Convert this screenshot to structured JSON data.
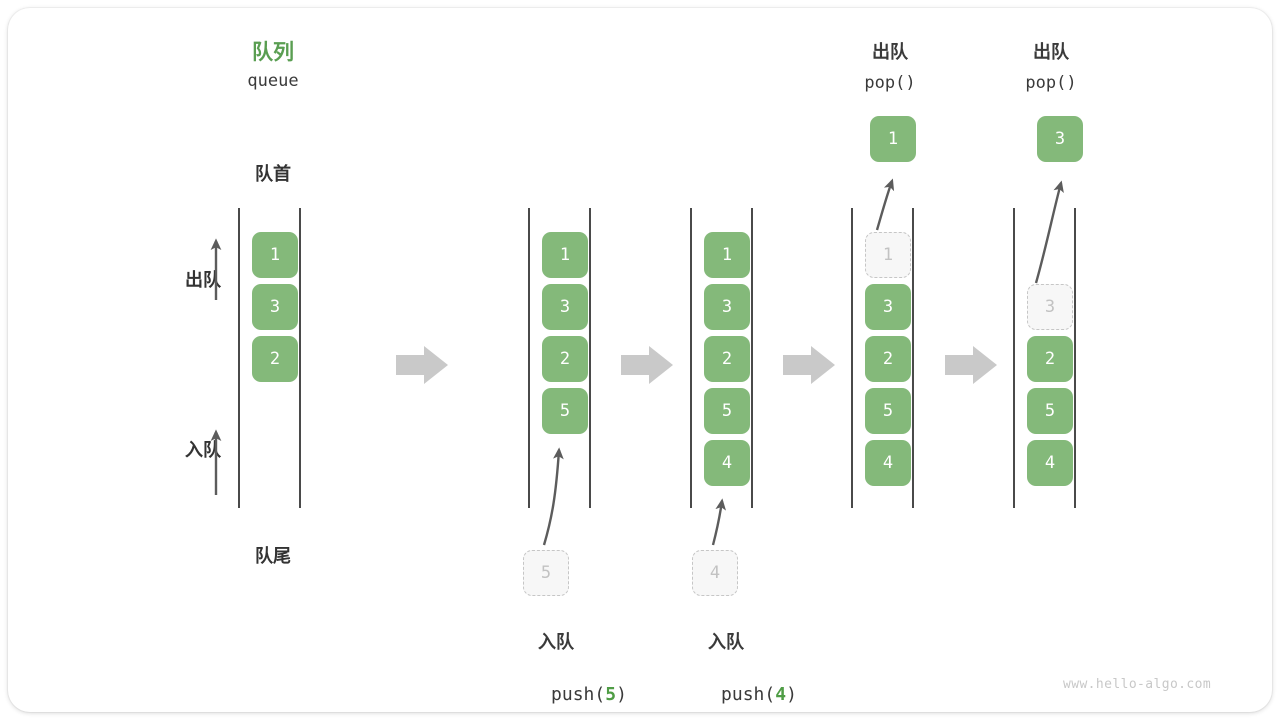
{
  "diagram": {
    "title_cn": "队列",
    "title_en": "queue",
    "front_label": "队首",
    "rear_label": "队尾",
    "dequeue_label": "出队",
    "enqueue_label": "入队",
    "watermark": "www.hello-algo.com",
    "accent_color": "#5a9e52",
    "cell_color": "#84b97a",
    "ghost_color": "#c2c2c2",
    "arrow_color": "#c9c9c9"
  },
  "steps": [
    {
      "id": "initial",
      "header_cn": "",
      "header_code": "",
      "cells": [
        "1",
        "3",
        "2"
      ],
      "ghost_index": -1,
      "op_cn": "",
      "op_code_prefix": "",
      "op_code_arg": "",
      "op_code_suffix": "",
      "floating_value": "",
      "pending_value": ""
    },
    {
      "id": "push-5",
      "header_cn": "",
      "header_code": "",
      "cells": [
        "1",
        "3",
        "2",
        "5"
      ],
      "ghost_index": -1,
      "op_cn": "入队",
      "op_code_prefix": "push(",
      "op_code_arg": "5",
      "op_code_suffix": ")",
      "floating_value": "",
      "pending_value": "5"
    },
    {
      "id": "push-4",
      "header_cn": "",
      "header_code": "",
      "cells": [
        "1",
        "3",
        "2",
        "5",
        "4"
      ],
      "ghost_index": -1,
      "op_cn": "入队",
      "op_code_prefix": "push(",
      "op_code_arg": "4",
      "op_code_suffix": ")",
      "floating_value": "",
      "pending_value": "4"
    },
    {
      "id": "pop-1",
      "header_cn": "出队",
      "header_code": "pop()",
      "cells": [
        "1",
        "3",
        "2",
        "5",
        "4"
      ],
      "ghost_index": 0,
      "op_cn": "",
      "op_code_prefix": "",
      "op_code_arg": "",
      "op_code_suffix": "",
      "floating_value": "1",
      "pending_value": ""
    },
    {
      "id": "pop-3",
      "header_cn": "出队",
      "header_code": "pop()",
      "cells": [
        "3",
        "2",
        "5",
        "4"
      ],
      "ghost_index": 0,
      "op_cn": "",
      "op_code_prefix": "",
      "op_code_arg": "",
      "op_code_suffix": "",
      "floating_value": "3",
      "pending_value": ""
    }
  ]
}
